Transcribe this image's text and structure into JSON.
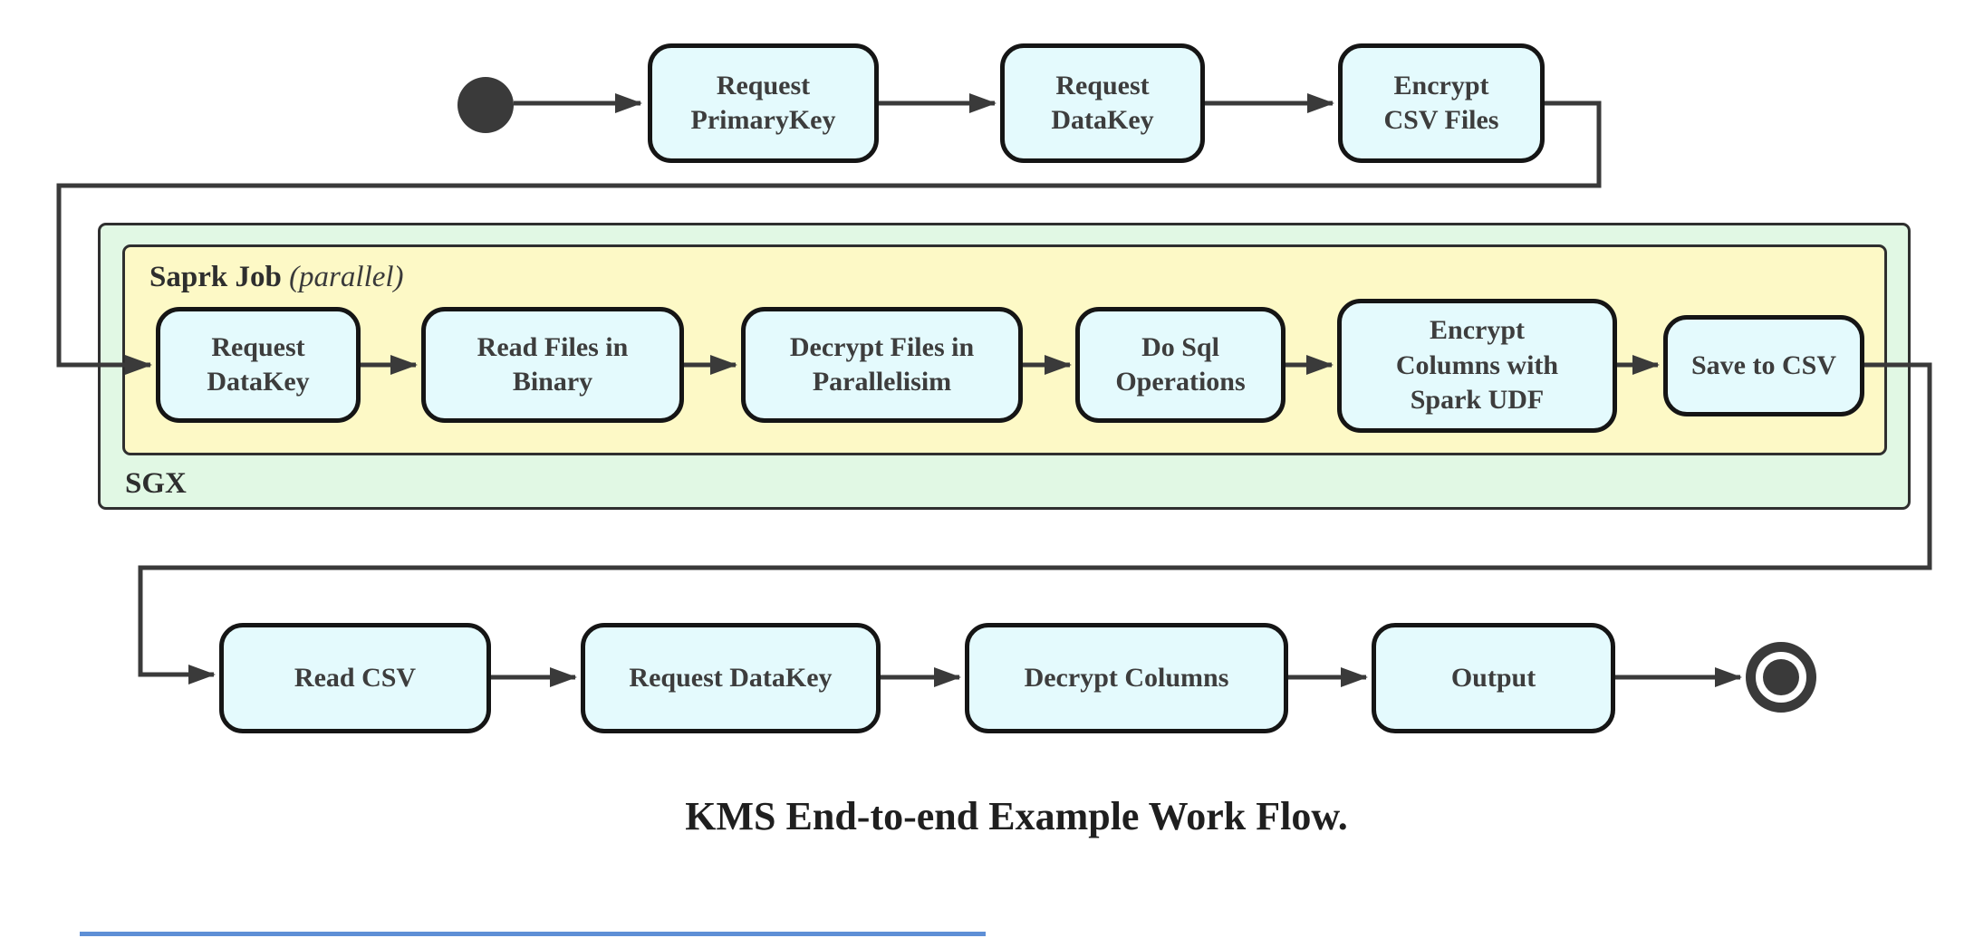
{
  "caption": "KMS End-to-end Example Work Flow.",
  "colors": {
    "node_fill": "#e4fafd",
    "node_border": "#151515",
    "node_text": "#3d3d3d",
    "spark_fill": "#fdf9c6",
    "sgx_fill": "#e1f8e4",
    "container_border": "#2f2f2f",
    "arrow": "#3a3a3a",
    "caption_text": "#1f1f1f",
    "bottom_line": "#5e8fd6"
  },
  "containers": {
    "sgx": {
      "label": "SGX"
    },
    "spark": {
      "label": "Saprk Job",
      "annotation": "(parallel)"
    }
  },
  "nodes": {
    "top": [
      "Request\nPrimaryKey",
      "Request\nDataKey",
      "Encrypt\nCSV Files"
    ],
    "spark": [
      "Request\nDataKey",
      "Read Files in\nBinary",
      "Decrypt Files in\nParallelisim",
      "Do Sql\nOperations",
      "Encrypt\nColumns with\nSpark UDF",
      "Save to CSV"
    ],
    "bottom": [
      "Read CSV",
      "Request DataKey",
      "Decrypt Columns",
      "Output"
    ]
  }
}
